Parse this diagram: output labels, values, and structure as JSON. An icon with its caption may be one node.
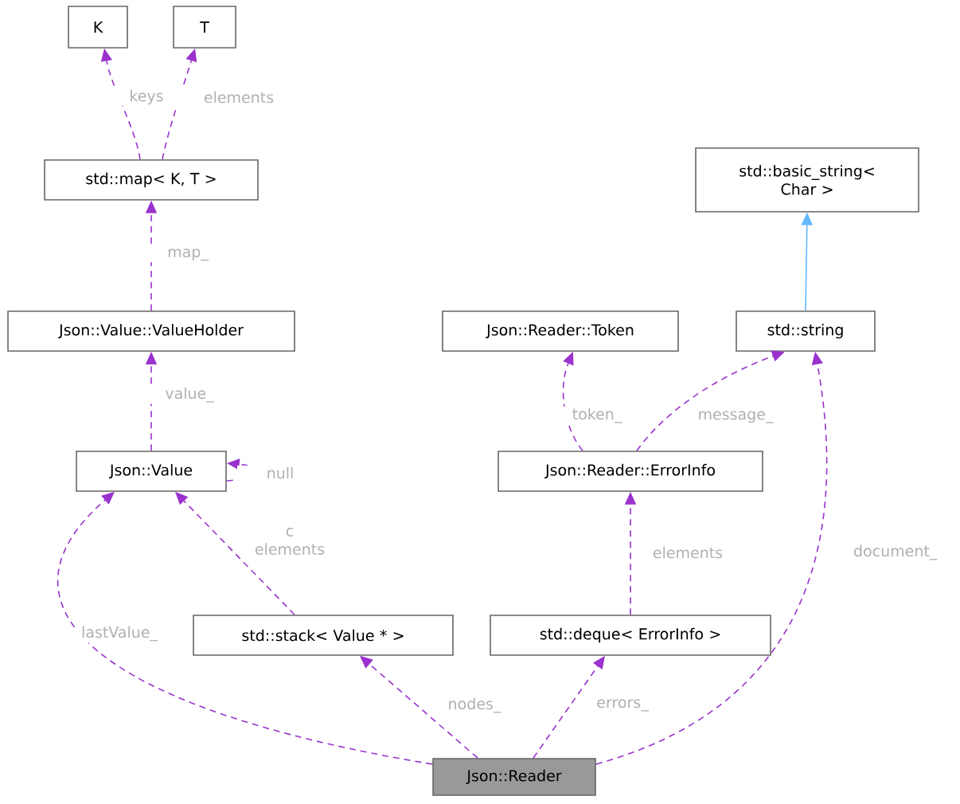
{
  "diagram": {
    "nodes": [
      {
        "text": [
          "K"
        ]
      },
      {
        "text": [
          "T"
        ]
      },
      {
        "text": [
          "std::basic_string< Char >"
        ]
      },
      {
        "text": [
          "std::map< K, T >"
        ]
      },
      {
        "text": [
          "Json::Value::ValueHolder"
        ]
      },
      {
        "text": [
          "Json::Reader::Token"
        ]
      },
      {
        "text": [
          "std::string"
        ]
      },
      {
        "text": [
          "Json::Value"
        ]
      },
      {
        "text": [
          "Json::Reader::ErrorInfo"
        ]
      },
      {
        "text": [
          "std::stack< Value * >"
        ]
      },
      {
        "text": [
          "std::deque< ErrorInfo >"
        ]
      },
      {
        "text": [
          "Json::Reader"
        ]
      }
    ],
    "edges": [
      {
        "from": 3,
        "to": 0,
        "arrow": "to",
        "label": "keys",
        "style": "dashed"
      },
      {
        "from": 3,
        "to": 1,
        "arrow": "to",
        "label": "elements",
        "style": "dashed"
      },
      {
        "from": 4,
        "to": 3,
        "arrow": "to",
        "label": "map_",
        "style": "dashed"
      },
      {
        "from": 7,
        "to": 4,
        "arrow": "to",
        "label": "value_",
        "style": "dashed"
      },
      {
        "from": 7,
        "to": 7,
        "arrow": "to",
        "label": "null",
        "style": "dashed"
      },
      {
        "from": 9,
        "to": 7,
        "arrow": "to",
        "label": "c elements",
        "style": "dashed"
      },
      {
        "from": 11,
        "to": 7,
        "arrow": "to",
        "label": "lastValue_",
        "style": "dashed"
      },
      {
        "from": 11,
        "to": 9,
        "arrow": "to",
        "label": "nodes_",
        "style": "dashed"
      },
      {
        "from": 11,
        "to": 10,
        "arrow": "to",
        "label": "errors_",
        "style": "dashed"
      },
      {
        "from": 11,
        "to": 6,
        "arrow": "to",
        "label": "document_",
        "style": "dashed"
      },
      {
        "from": 8,
        "to": 5,
        "arrow": "to",
        "label": "token_",
        "style": "dashed"
      },
      {
        "from": 8,
        "to": 6,
        "arrow": "to",
        "label": "message_",
        "style": "dashed"
      },
      {
        "from": 10,
        "to": 8,
        "arrow": "to",
        "label": "elements",
        "style": "dashed"
      },
      {
        "from": 6,
        "to": 2,
        "arrow": "to",
        "color": "#63b8ff"
      }
    ]
  }
}
